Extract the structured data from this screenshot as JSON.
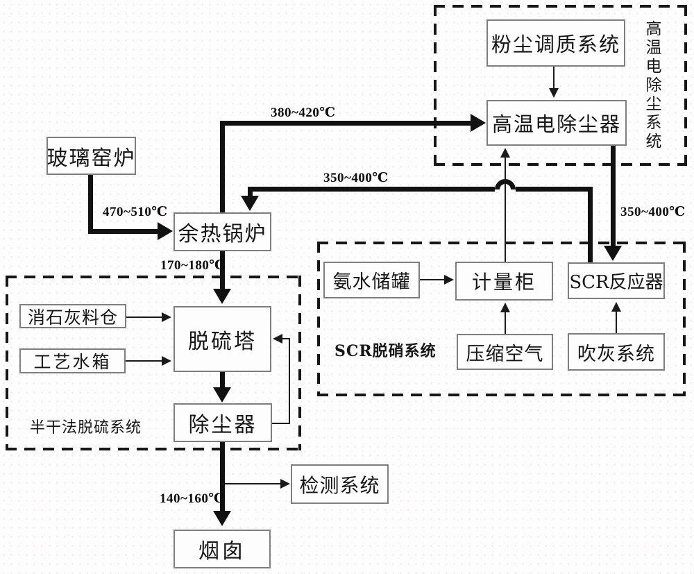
{
  "diagram": {
    "boxes": {
      "glass_furnace": {
        "label": "玻璃窑炉"
      },
      "waste_heat_boiler": {
        "label": "余热锅炉"
      },
      "dust_conditioning": {
        "label": "粉尘调质系统"
      },
      "hot_esp": {
        "label": "高温电除尘器"
      },
      "ammonia_tank": {
        "label": "氨水储罐"
      },
      "metering_cabinet": {
        "label": "计量柜"
      },
      "compressed_air": {
        "label": "压缩空气"
      },
      "scr_reactor": {
        "label": "SCR反应器"
      },
      "soot_blower": {
        "label": "吹灰系统"
      },
      "lime_silo": {
        "label": "消石灰料仓"
      },
      "process_water_tank": {
        "label": "工艺水箱"
      },
      "desulfurization_tower": {
        "label": "脱硫塔"
      },
      "dust_collector": {
        "label": "除尘器"
      },
      "detection_system": {
        "label": "检测系统"
      },
      "chimney": {
        "label": "烟囱"
      }
    },
    "system_labels": {
      "hot_esp_system": "高温电除尘系统",
      "scr_denox_system": "SCR脱硝系统",
      "semi_dry_fgd_system": "半干法脱硫系统"
    },
    "temperatures": {
      "furnace_to_boiler": "470~510℃",
      "boiler_to_esp": "380~420℃",
      "scr_to_boiler": "350~400℃",
      "esp_to_scr": "350~400℃",
      "boiler_to_tower": "170~180℃",
      "to_chimney": "140~160℃"
    },
    "colors": {
      "flow_line": "#111111",
      "box_border": "#7e7e7e",
      "text": "#161616",
      "background": "#fdfdfd"
    }
  }
}
